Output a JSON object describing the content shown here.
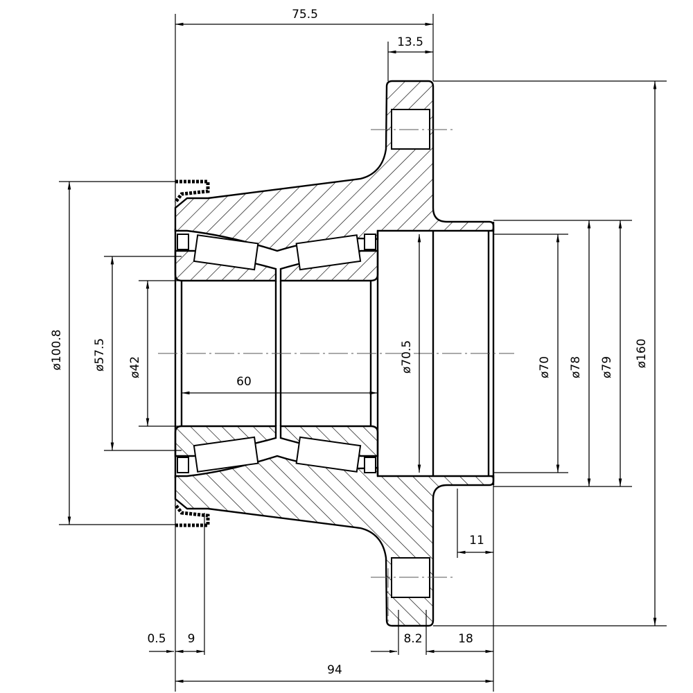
{
  "drawing": {
    "dimensions": {
      "overall_top": "75.5",
      "flange_width": "13.5",
      "seal_diameter": "ø100.8",
      "outer_race_diameter": "ø57.5",
      "bore_diameter": "ø42",
      "bearing_width": "60",
      "pilot_bore_diameter": "ø70.5",
      "pilot_diameter": "ø70",
      "pilot_diameter_2": "ø78",
      "spigot_diameter": "ø79",
      "flange_diameter": "ø160",
      "spigot_length": "11",
      "offset_left": "0.5",
      "seal_width": "9",
      "bolt_hole_width": "8.2",
      "flange_to_end": "18",
      "overall_length": "94"
    }
  }
}
